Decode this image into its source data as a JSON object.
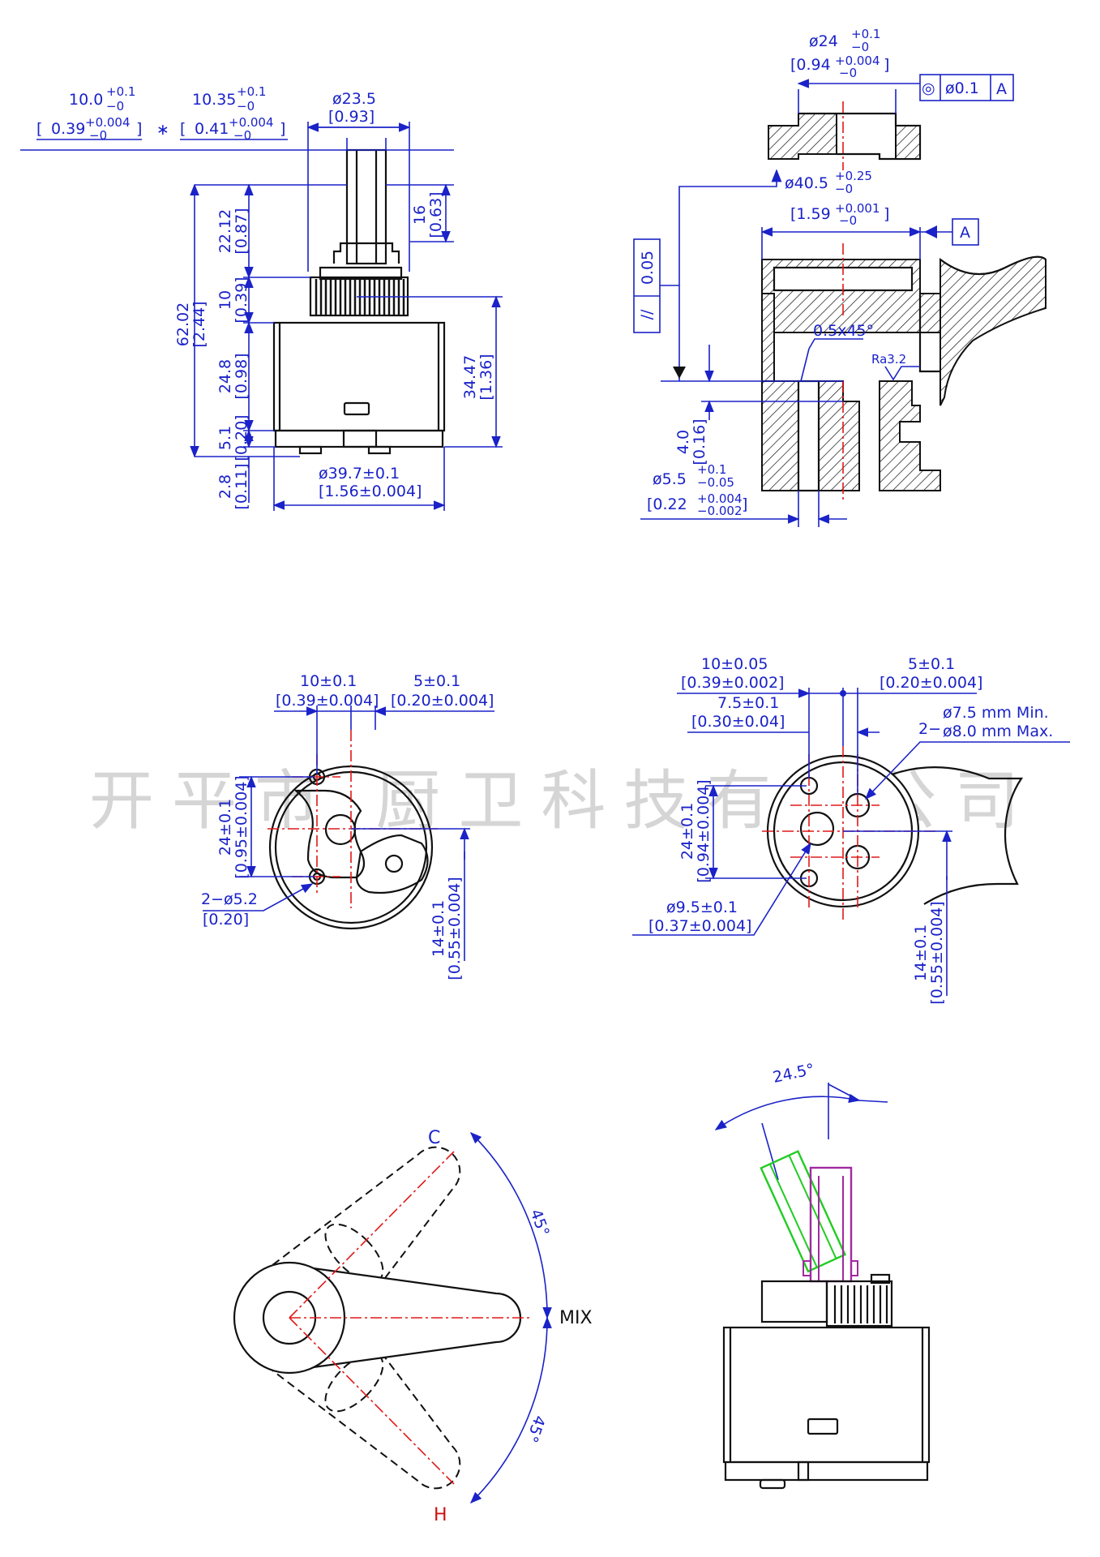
{
  "watermark": "开平市        厨卫科技有限公司",
  "front_view": {
    "top_a_val": "10.0",
    "top_a_tol_plus": "+0.1",
    "top_a_tol_minus": "−0",
    "top_a_inch": "0.39",
    "top_a_inch_tol_plus": "+0.004",
    "top_a_inch_tol_minus": "−0",
    "star": "∗",
    "top_b_val": "10.35",
    "top_b_tol_plus": "+0.1",
    "top_b_tol_minus": "−0",
    "top_b_inch": "0.41",
    "top_b_inch_tol_plus": "+0.004",
    "top_b_inch_tol_minus": "−0",
    "dia_stem": "ø23.5",
    "dia_stem_inch": "[0.93]",
    "h_stem": "22.12",
    "h_stem_inch": "[0.87]",
    "h_upper": "16",
    "h_upper_inch": "[0.63]",
    "h_spline": "10",
    "h_spline_inch": "[0.39]",
    "h_total": "62.02",
    "h_total_inch": "[2.44]",
    "h_body": "24.8",
    "h_body_inch": "[0.98]",
    "h_body_total": "34.47",
    "h_body_total_inch": "[1.36]",
    "h_base": "5.1",
    "h_base_inch": "[0.20]",
    "h_foot": "2.8",
    "h_foot_inch": "[0.11]",
    "dia_body": "ø39.7±0.1",
    "dia_body_inch": "[1.56±0.004]"
  },
  "section_view": {
    "dia_top": "ø24",
    "dia_top_tol_plus": "+0.1",
    "dia_top_tol_minus": "−0",
    "dia_top_inch": "[0.94",
    "dia_top_inch_tol_plus": "+0.004",
    "dia_top_inch_tol_minus": "−0",
    "dia_top_inch_close": "]",
    "concentric_symbol": "◎",
    "concentric_tol": "ø0.1",
    "datum": "A",
    "dia_seat": "ø40.5",
    "dia_seat_tol_plus": "+0.25",
    "dia_seat_tol_minus": "−0",
    "seat_inch": "[1.59",
    "seat_inch_tol_plus": "+0.001",
    "seat_inch_tol_minus": "−0",
    "seat_inch_close": "]",
    "datum_a": "A",
    "parallel_symbol": "//",
    "parallel_tol": "0.05",
    "chamfer": "0.5x45°",
    "roughness": "Ra3.2",
    "depth": "4.0",
    "depth_inch": "[0.16]",
    "pin_dia": "ø5.5",
    "pin_tol_plus": "+0.1",
    "pin_tol_minus": "−0.05",
    "pin_inch": "[0.22",
    "pin_inch_tol_plus": "+0.004",
    "pin_inch_tol_minus": "−0.002",
    "pin_inch_close": "]"
  },
  "bottom_view": {
    "offset_a": "10±0.1",
    "offset_a_inch": "[0.39±0.004]",
    "offset_b": "5±0.1",
    "offset_b_inch": "[0.20±0.004]",
    "spacing": "24±0.1",
    "spacing_inch": "[0.95±0.004]",
    "pin_dia": "2−ø5.2",
    "pin_dia_inch": "[0.20]",
    "center": "14±0.1",
    "center_inch": "[0.55±0.004]"
  },
  "seat_view": {
    "offset_a": "10±0.05",
    "offset_a_inch": "[0.39±0.002]",
    "offset_b": "5±0.1",
    "offset_b_inch": "[0.20±0.004]",
    "offset_c": "7.5±0.1",
    "offset_c_inch": "[0.30±0.04]",
    "hole_prefix": "2−",
    "hole_min": "ø7.5  mm  Min.",
    "hole_max": "ø8.0  mm  Max.",
    "spacing": "24±0.1",
    "spacing_inch": "[0.94±0.004]",
    "center_hole": "ø9.5±0.1",
    "center_hole_inch": "[0.37±0.004]",
    "center": "14±0.1",
    "center_inch": "[0.55±0.004]"
  },
  "rotation_view": {
    "label_c": "C",
    "label_h": "H",
    "label_mix": "MIX",
    "angle_top": "45°",
    "angle_bottom": "45°"
  },
  "tilt_view": {
    "angle": "24.5°"
  }
}
